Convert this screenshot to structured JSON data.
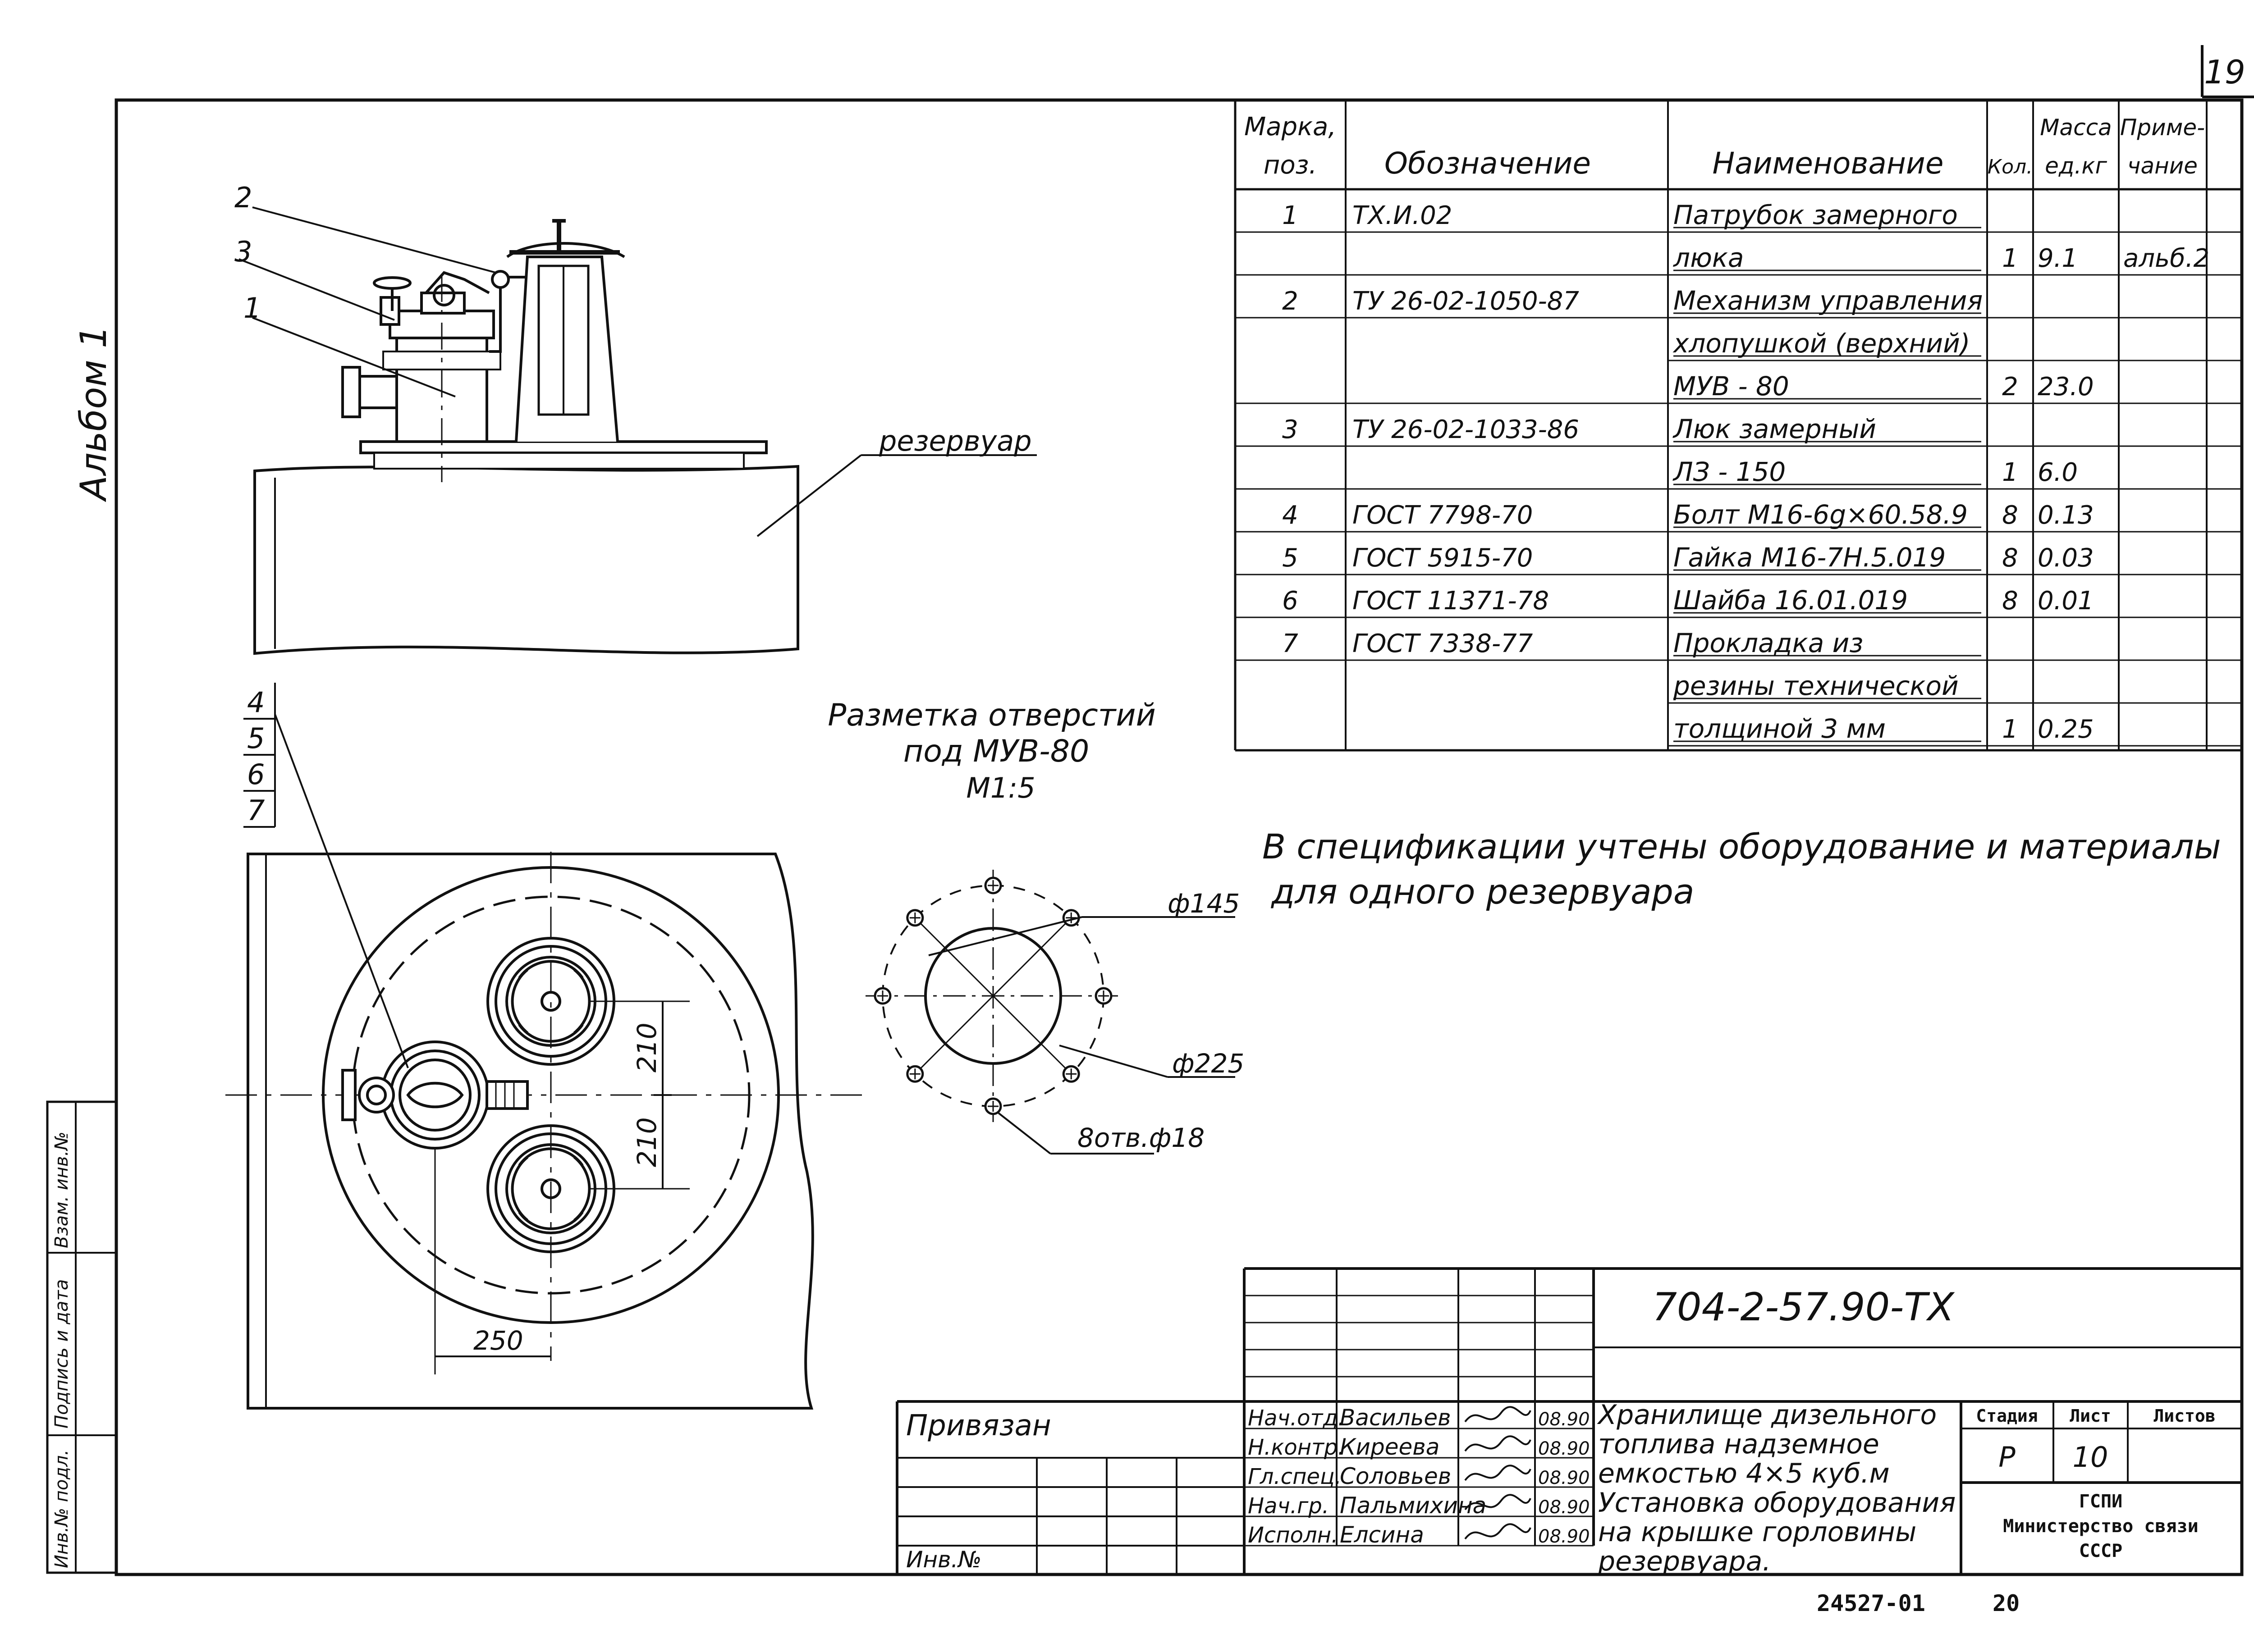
{
  "sheet_number": "19",
  "album_label": "Альбом 1",
  "spec_table": {
    "headers": {
      "mark": "Марка, поз.",
      "designation": "Обозначение",
      "name": "Наименование",
      "qty": "Кол.",
      "mass": "Масса ед.кг",
      "note": "Приме- чание"
    },
    "rows": [
      {
        "mark": "1",
        "designation": "ТХ.И.02",
        "name": "Патрубок замерного",
        "qty": "",
        "mass": "",
        "note": ""
      },
      {
        "mark": "",
        "designation": "",
        "name": "люка",
        "qty": "1",
        "mass": "9.1",
        "note": "альб.2"
      },
      {
        "mark": "2",
        "designation": "ТУ 26-02-1050-87",
        "name": "Механизм управления",
        "qty": "",
        "mass": "",
        "note": ""
      },
      {
        "mark": "",
        "designation": "",
        "name": "хлопушкой (верхний)",
        "qty": "",
        "mass": "",
        "note": ""
      },
      {
        "mark": "",
        "designation": "",
        "name": "МУВ - 80",
        "qty": "2",
        "mass": "23.0",
        "note": ""
      },
      {
        "mark": "3",
        "designation": "ТУ 26-02-1033-86",
        "name": "Люк замерный",
        "qty": "",
        "mass": "",
        "note": ""
      },
      {
        "mark": "",
        "designation": "",
        "name": "ЛЗ - 150",
        "qty": "1",
        "mass": "6.0",
        "note": ""
      },
      {
        "mark": "4",
        "designation": "ГОСТ 7798-70",
        "name": "Болт М16-6g×60.58.9",
        "qty": "8",
        "mass": "0.13",
        "note": ""
      },
      {
        "mark": "5",
        "designation": "ГОСТ 5915-70",
        "name": "Гайка М16-7Н.5.019",
        "qty": "8",
        "mass": "0.03",
        "note": ""
      },
      {
        "mark": "6",
        "designation": "ГОСТ 11371-78",
        "name": "Шайба 16.01.019",
        "qty": "8",
        "mass": "0.01",
        "note": ""
      },
      {
        "mark": "7",
        "designation": "ГОСТ 7338-77",
        "name": "Прокладка из",
        "qty": "",
        "mass": "",
        "note": ""
      },
      {
        "mark": "",
        "designation": "",
        "name": "резины технической",
        "qty": "",
        "mass": "",
        "note": ""
      },
      {
        "mark": "",
        "designation": "",
        "name": "толщиной 3 мм",
        "qty": "1",
        "mass": "0.25",
        "note": ""
      }
    ]
  },
  "spec_note_lines": [
    "В спецификации учтены оборудование и материалы",
    "для одного резервуара"
  ],
  "drawing_labels": {
    "tank": "резервуар",
    "pos_top": [
      "2",
      "3",
      "1"
    ],
    "pos_plan": [
      "4",
      "5",
      "6",
      "7"
    ],
    "markup_title": [
      "Разметка отверстий",
      "под МУВ-80",
      "М1:5"
    ],
    "dim_d145": "ф145",
    "dim_d225": "ф225",
    "dim_holes": "8отв.ф18",
    "dim_210_a": "210",
    "dim_210_b": "210",
    "dim_250": "250"
  },
  "side_stamp": [
    "Инв.№ подл.",
    "Подпись и дата",
    "Взам. инв.№"
  ],
  "title_block": {
    "code": "704-2-57.90-ТХ",
    "bound_label": "Привязан",
    "inv_label": "Инв.№",
    "roles": [
      {
        "role": "Нач.отд.",
        "name": "Васильев",
        "date": "08.90"
      },
      {
        "role": "Н.контр.",
        "name": "Киреева",
        "date": "08.90"
      },
      {
        "role": "Гл.спец.",
        "name": "Соловьев",
        "date": "08.90"
      },
      {
        "role": "Нач.гр.",
        "name": "Пальмихина",
        "date": "08.90"
      },
      {
        "role": "Исполн.",
        "name": "Елсина",
        "date": "08.90"
      }
    ],
    "project_lines": [
      "Хранилище дизельного",
      "топлива надземное",
      "емкостью 4×5 куб.м"
    ],
    "sheet_lines": [
      "Установка оборудования",
      "на крышке горловины",
      "резервуара."
    ],
    "stage_label": "Стадия",
    "sheet_label": "Лист",
    "sheets_label": "Листов",
    "stage_value": "Р",
    "sheet_value": "10",
    "org_lines": [
      "ГСПИ",
      "Министерство связи",
      "СССР"
    ]
  },
  "bottom_number": "24527-01",
  "bottom_page": "20"
}
